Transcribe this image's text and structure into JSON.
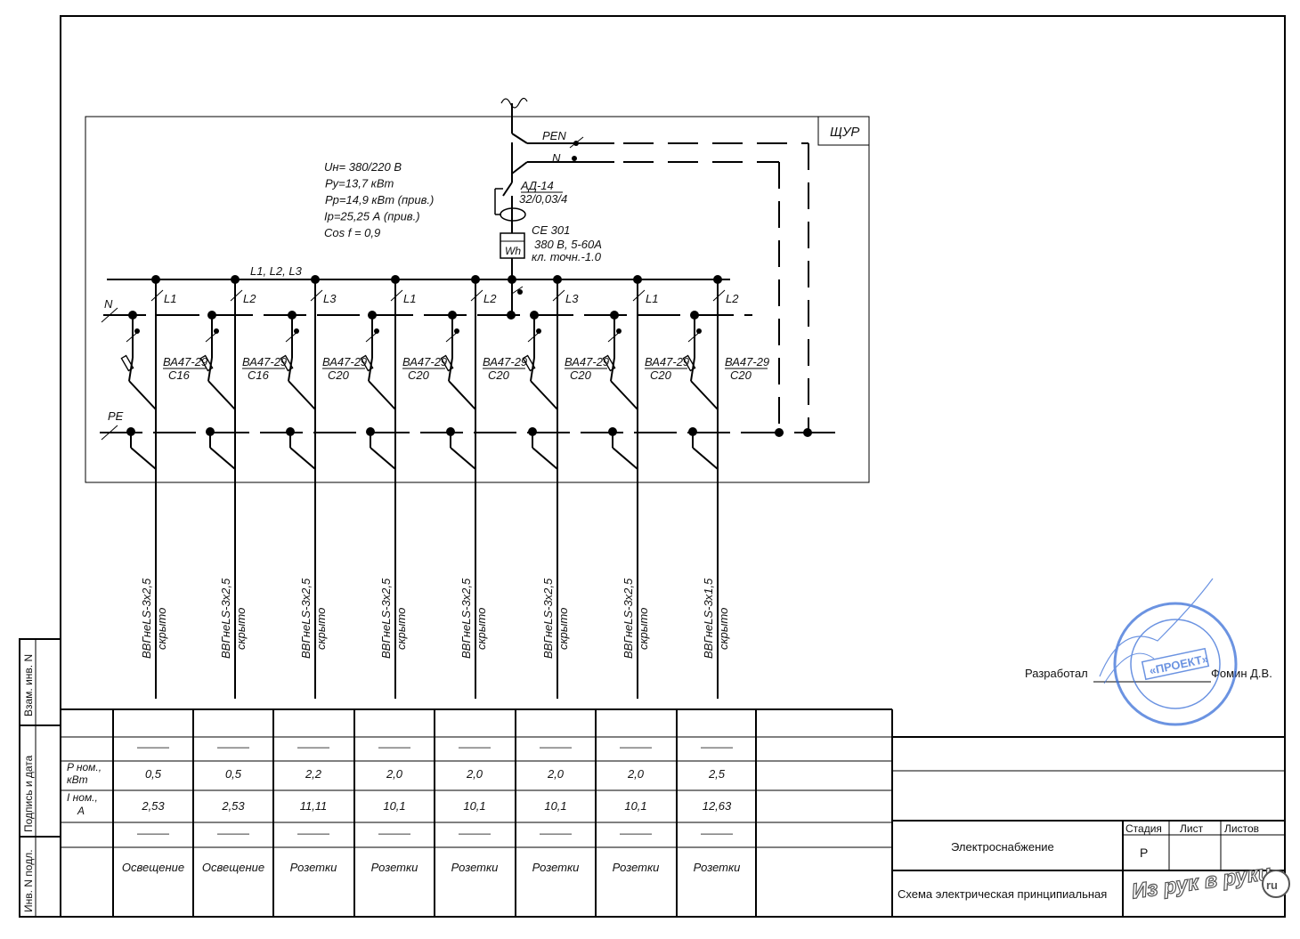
{
  "panel": {
    "name": "ЩУР"
  },
  "supply": {
    "pen": "PEN",
    "n": "N",
    "rcd_type": "АД-14",
    "rcd_rating": "32/0,03/4",
    "meter_symbol": "Wh",
    "meter_model": "CE 301",
    "meter_spec": "380 В,  5-60А",
    "meter_class": "кл. точн.-1.0"
  },
  "params": [
    "Uн= 380/220 В",
    "Pу=13,7 кВт",
    "Pр=14,9 кВт (прив.)",
    "Iр=25,25 А (прив.)",
    "Cos f = 0,9"
  ],
  "busbar": {
    "label": "L1, L2, L3",
    "n_label": "N",
    "pe_label": "PE"
  },
  "feeders": [
    {
      "phase": "L1",
      "breaker": "ВА47-29",
      "rating": "С16",
      "cable": "ВВГнеLS-3х2,5",
      "install": "скрыто",
      "p": "0,5",
      "i": "2,53",
      "name": "Освещение"
    },
    {
      "phase": "L2",
      "breaker": "ВА47-29",
      "rating": "С16",
      "cable": "ВВГнеLS-3х2,5",
      "install": "скрыто",
      "p": "0,5",
      "i": "2,53",
      "name": "Освещение"
    },
    {
      "phase": "L3",
      "breaker": "ВА47-29",
      "rating": "С20",
      "cable": "ВВГнеLS-3х2,5",
      "install": "скрыто",
      "p": "2,2",
      "i": "11,11",
      "name": "Розетки"
    },
    {
      "phase": "L1",
      "breaker": "ВА47-29",
      "rating": "С20",
      "cable": "ВВГнеLS-3х2,5",
      "install": "скрыто",
      "p": "2,0",
      "i": "10,1",
      "name": "Розетки"
    },
    {
      "phase": "L2",
      "breaker": "ВА47-29",
      "rating": "С20",
      "cable": "ВВГнеLS-3х2,5",
      "install": "скрыто",
      "p": "2,0",
      "i": "10,1",
      "name": "Розетки"
    },
    {
      "phase": "L3",
      "breaker": "ВА47-29",
      "rating": "С20",
      "cable": "ВВГнеLS-3х2,5",
      "install": "скрыто",
      "p": "2,0",
      "i": "10,1",
      "name": "Розетки"
    },
    {
      "phase": "L1",
      "breaker": "ВА47-29",
      "rating": "С20",
      "cable": "ВВГнеLS-3х2,5",
      "install": "скрыто",
      "p": "2,0",
      "i": "10,1",
      "name": "Розетки"
    },
    {
      "phase": "L2",
      "breaker": "ВА47-29",
      "rating": "С20",
      "cable": "ВВГнеLS-3х1,5",
      "install": "скрыто",
      "p": "2,5",
      "i": "12,63",
      "name": "Розетки"
    }
  ],
  "table": {
    "p_label_1": "P ном.,",
    "p_label_2": "кВт",
    "i_label_1": "I ном.,",
    "i_label_2": "А",
    "dash": "———"
  },
  "side_stamp": [
    "Взам. инв. N",
    "Подпись и дата",
    "Инв. N подл."
  ],
  "title_block": {
    "developed_label": "Разработал",
    "developer": "Фомин Д.В.",
    "project": "Электроснабжение",
    "drawing_title": "Схема электрическая принципиальная",
    "stage_label": "Стадия",
    "sheet_label": "Лист",
    "sheets_label": "Листов",
    "stage_value": "Р"
  },
  "seal": {
    "text": "«ПРОЕКТ»"
  },
  "watermark": {
    "text": "Из рук в руки",
    "suffix": "ru"
  }
}
